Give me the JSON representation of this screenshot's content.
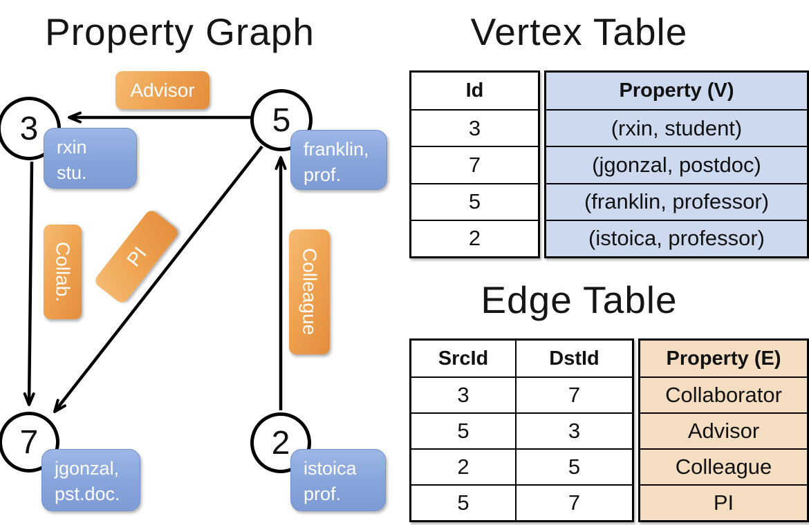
{
  "graph_panel": {
    "title": "Property Graph",
    "nodes": {
      "n3": "3",
      "n5": "5",
      "n7": "7",
      "n2": "2"
    },
    "edge_labels": {
      "advisor": "Advisor",
      "collab": "Collab.",
      "pi": "PI",
      "colleague": "Colleague"
    },
    "property_boxes": {
      "rxin": {
        "line1": "rxin",
        "line2": "stu."
      },
      "franklin": {
        "line1": "franklin,",
        "line2": "prof."
      },
      "jgonzal": {
        "line1": "jgonzal,",
        "line2": "pst.doc."
      },
      "istoica": {
        "line1": "istoica",
        "line2": "prof."
      }
    }
  },
  "vertex_table": {
    "title": "Vertex Table",
    "columns": {
      "id": "Id",
      "property": "Property (V)"
    },
    "rows": [
      {
        "id": "3",
        "property": "(rxin, student)"
      },
      {
        "id": "7",
        "property": "(jgonzal, postdoc)"
      },
      {
        "id": "5",
        "property": "(franklin, professor)"
      },
      {
        "id": "2",
        "property": "(istoica, professor)"
      }
    ]
  },
  "edge_table": {
    "title": "Edge Table",
    "columns": {
      "src": "SrcId",
      "dst": "DstId",
      "property": "Property (E)"
    },
    "rows": [
      {
        "src": "3",
        "dst": "7",
        "property": "Collaborator"
      },
      {
        "src": "5",
        "dst": "3",
        "property": "Advisor"
      },
      {
        "src": "2",
        "dst": "5",
        "property": "Colleague"
      },
      {
        "src": "5",
        "dst": "7",
        "property": "PI"
      }
    ]
  },
  "colors": {
    "edge_label_orange_top": "#f6bb74",
    "edge_label_orange_bottom": "#e38d3c",
    "vertex_box_blue_top": "#9db6e6",
    "vertex_box_blue_bottom": "#7e9cd4",
    "vertex_table_cell_blue": "#ccd9ef",
    "edge_table_cell_tan": "#f4ddc1",
    "line_color": "#000000"
  }
}
